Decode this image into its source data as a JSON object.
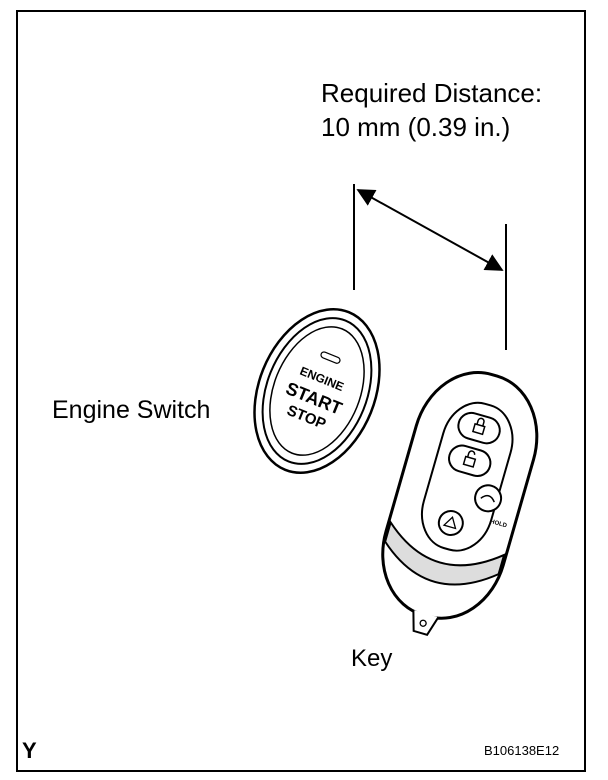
{
  "figure": {
    "distance_title": "Required Distance:",
    "distance_value": "10 mm (0.39 in.)",
    "engine_switch_label": "Engine Switch",
    "key_label": "Key",
    "region_letter": "Y",
    "figure_code": "B106138E12"
  },
  "engine_switch": {
    "line1": "ENGINE",
    "line2": "START",
    "line3": "STOP"
  },
  "key_fob": {
    "hold_label": "HOLD"
  }
}
